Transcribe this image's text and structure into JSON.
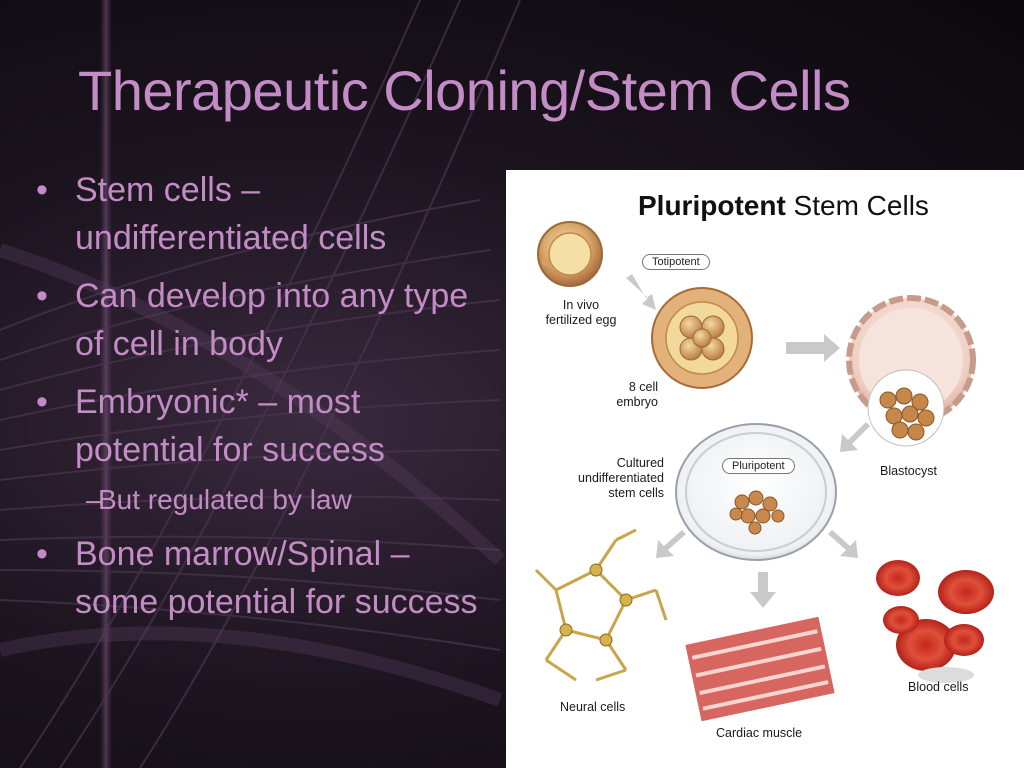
{
  "slide": {
    "title": "Therapeutic Cloning/Stem Cells",
    "bullets": [
      {
        "text": "Stem cells – undifferentiated cells"
      },
      {
        "text": "Can develop into any type of cell in body"
      },
      {
        "text": "Embryonic* – most potential for success"
      },
      {
        "text": "But regulated by law",
        "level": 2
      },
      {
        "text": "Bone marrow/Spinal – some potential for success"
      }
    ],
    "bullet_symbol": "•",
    "sub_bullet_symbol": "–"
  },
  "figure": {
    "title_bold": "Pluripotent",
    "title_rest": "Stem Cells",
    "labels": {
      "egg": "In vivo\nfertilized egg",
      "totipotent": "Totipotent",
      "embryo": "8 cell\nembryo",
      "cultured": "Cultured\nundifferentiated\nstem cells",
      "pluripotent": "Pluripotent",
      "blastocyst": "Blastocyst",
      "neural": "Neural cells",
      "cardiac": "Cardiac muscle",
      "blood": "Blood cells"
    }
  },
  "colors": {
    "text_accent": "#c48cc6",
    "background": "#1c141f",
    "figure_bg": "#ffffff"
  }
}
